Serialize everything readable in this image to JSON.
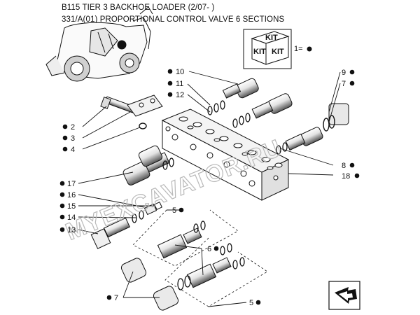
{
  "header": {
    "line1": "B115 TIER 3 BACKHOE LOADER (2/07- )",
    "line2": "331/A(01) PROPORTIONAL CONTROL VALVE 6 SECTIONS"
  },
  "kit": {
    "box_text": "KIT",
    "legend": "1="
  },
  "watermark": "MYEXCAVATOR.RU",
  "callouts": [
    {
      "id": "10",
      "text": "10"
    },
    {
      "id": "11",
      "text": "11"
    },
    {
      "id": "12",
      "text": "12"
    },
    {
      "id": "2",
      "text": "2"
    },
    {
      "id": "3",
      "text": "3"
    },
    {
      "id": "4",
      "text": "4"
    },
    {
      "id": "17",
      "text": "17"
    },
    {
      "id": "16",
      "text": "16"
    },
    {
      "id": "15",
      "text": "15"
    },
    {
      "id": "14",
      "text": "14"
    },
    {
      "id": "13",
      "text": "13"
    },
    {
      "id": "9",
      "text": "9"
    },
    {
      "id": "7a",
      "text": "7"
    },
    {
      "id": "8",
      "text": "8"
    },
    {
      "id": "18",
      "text": "18"
    },
    {
      "id": "5a",
      "text": "5"
    },
    {
      "id": "6",
      "text": "6"
    },
    {
      "id": "5b",
      "text": "5"
    },
    {
      "id": "7b",
      "text": "7"
    }
  ],
  "colors": {
    "ink": "#111111",
    "watermark": "#b9b9b9"
  },
  "icons": [
    "loader-thumbnail",
    "kit-box-icon",
    "navigation-arrow-icon"
  ]
}
